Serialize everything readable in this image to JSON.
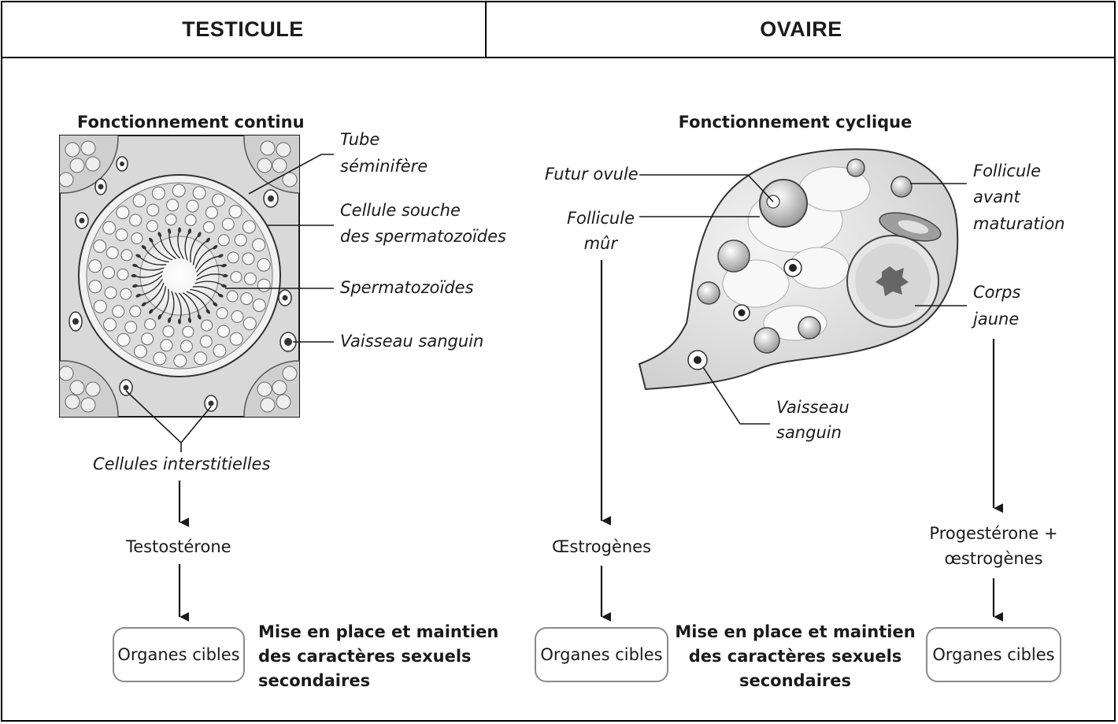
{
  "headers": {
    "left": "TESTICULE",
    "right": "OVAIRE"
  },
  "testicule": {
    "title": "Fonctionnement continu",
    "labels": {
      "tube_1": "Tube",
      "tube_2": "séminifère",
      "cellule_souche_1": "Cellule souche",
      "cellule_souche_2": "des spermatozoïdes",
      "spermatozoides": "Spermatozoïdes",
      "vaisseau": "Vaisseau sanguin",
      "interstitielles": "Cellules interstitielles"
    },
    "hormone": "Testostérone",
    "target": "Organes cibles",
    "effect_1": "Mise en place et maintien",
    "effect_2": "des caractères sexuels",
    "effect_3": "secondaires"
  },
  "ovaire": {
    "title": "Fonctionnement cyclique",
    "labels": {
      "futur_ovule": "Futur ovule",
      "follicule_mur_1": "Follicule",
      "follicule_mur_2": "mûr",
      "follicule_avant_1": "Follicule",
      "follicule_avant_2": "avant",
      "follicule_avant_3": "maturation",
      "corps_jaune_1": "Corps",
      "corps_jaune_2": "jaune",
      "vaisseau_1": "Vaisseau",
      "vaisseau_2": "sanguin"
    },
    "hormone_left": "Œstrogènes",
    "hormone_right_1": "Progestérone +",
    "hormone_right_2": "œstrogènes",
    "target_left": "Organes cibles",
    "target_right": "Organes cibles",
    "effect_1": "Mise en place et maintien",
    "effect_2": "des caractères sexuels",
    "effect_3": "secondaires"
  }
}
